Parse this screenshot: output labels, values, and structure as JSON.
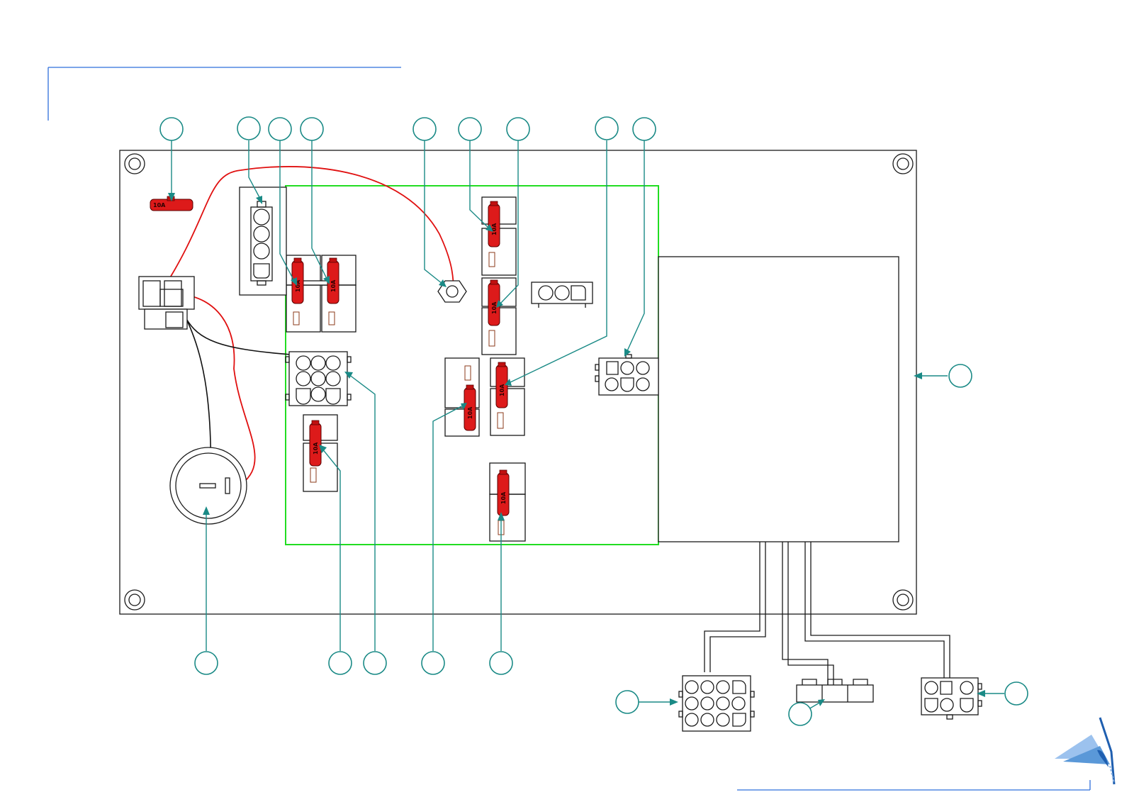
{
  "fuse_rating_label": "10A",
  "colors": {
    "frame_line": "#2f6fdc",
    "green_zone": "#22dd22",
    "callout": "#1a8a86",
    "fuse": "#dd1a1a",
    "wire_red": "#e01010",
    "wire_black": "#111111",
    "outline": "#1a1a1a"
  },
  "callouts": [
    {
      "id": "c1",
      "text": ""
    },
    {
      "id": "c2",
      "text": ""
    },
    {
      "id": "c3",
      "text": ""
    },
    {
      "id": "c4",
      "text": ""
    },
    {
      "id": "c5",
      "text": ""
    },
    {
      "id": "c6",
      "text": ""
    },
    {
      "id": "c7",
      "text": ""
    },
    {
      "id": "c8",
      "text": ""
    },
    {
      "id": "c9",
      "text": ""
    },
    {
      "id": "c10",
      "text": ""
    },
    {
      "id": "c11",
      "text": ""
    },
    {
      "id": "c12",
      "text": ""
    },
    {
      "id": "c13",
      "text": ""
    },
    {
      "id": "c14",
      "text": ""
    },
    {
      "id": "c15",
      "text": ""
    },
    {
      "id": "c16",
      "text": ""
    },
    {
      "id": "c17",
      "text": ""
    },
    {
      "id": "c18",
      "text": ""
    }
  ],
  "icons": {
    "logo": "sail-logo-icon",
    "fuse": "blade-fuse-icon",
    "connector": "connector-icon",
    "ground_stud": "ground-stud-icon",
    "receptacle": "round-receptacle-icon"
  }
}
